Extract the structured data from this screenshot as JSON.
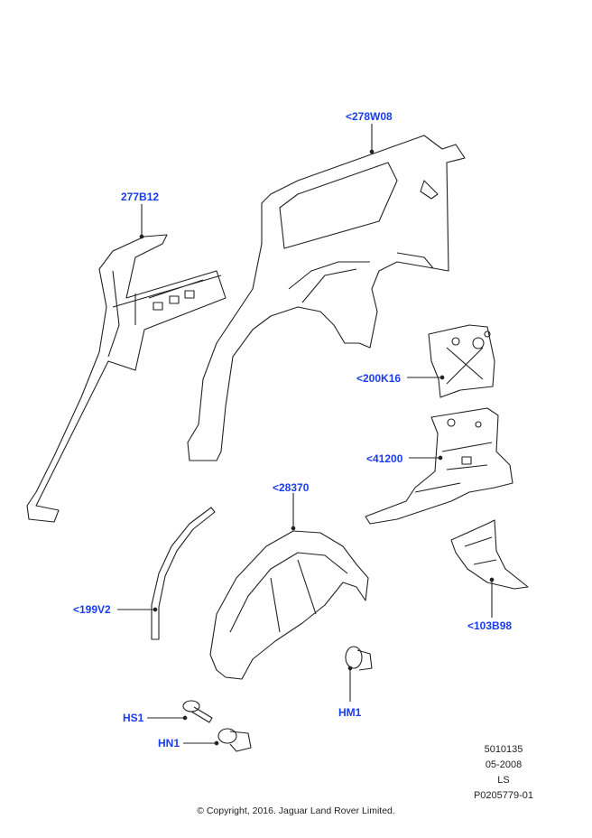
{
  "labels": {
    "p278W08": "<278W08",
    "p277B12": "277B12",
    "p200K16": "<200K16",
    "p41200": "<41200",
    "p28370": "<28370",
    "p199V2": "<199V2",
    "p103B98": "<103B98",
    "HS1": "HS1",
    "HN1": "HN1",
    "HM1": "HM1"
  },
  "meta": [
    "5010135",
    "05-2008",
    "LS",
    "P0205779-01"
  ],
  "copyright": "© Copyright, 2016. Jaguar Land Rover Limited.",
  "colors": {
    "label": "#1a3cf0",
    "line": "#222222"
  }
}
